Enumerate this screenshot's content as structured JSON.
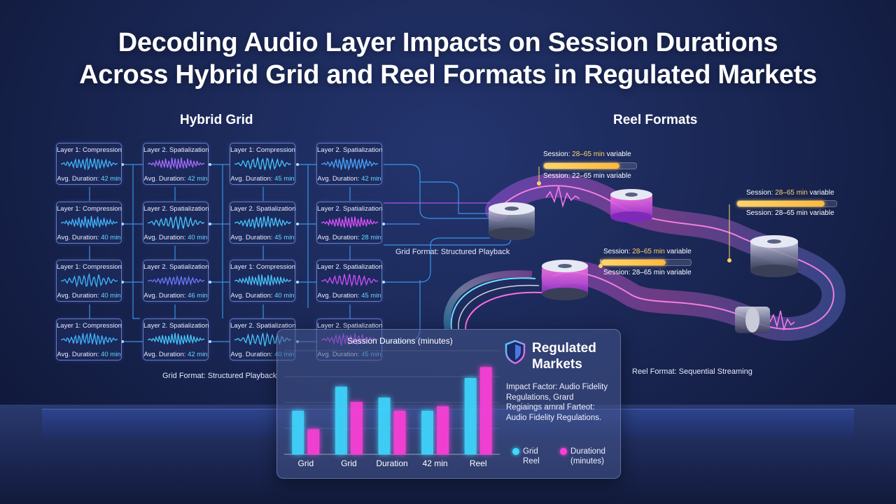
{
  "title_line1": "Decoding Audio Layer Impacts on Session Durations",
  "title_line2": "Across Hybrid Grid and Reel Formats in Regulated Markets",
  "hybrid_grid": {
    "label": "Hybrid Grid",
    "rows": [
      [
        {
          "layer": "Layer 1: Compression",
          "prefix": "Avg. Duration:",
          "value": "42 min",
          "color": "#3fb6ff"
        },
        {
          "layer": "Layer 2. Spatialization",
          "prefix": "Avg. Duration:",
          "value": "42 min",
          "color": "#a56bff"
        },
        {
          "layer": "Layer 1: Compression",
          "prefix": "Avg. Duration:",
          "value": "45 min",
          "color": "#46c7ff"
        },
        {
          "layer": "Layer 2. Spatialization",
          "prefix": "Avg. Duration:",
          "value": "42 min",
          "color": "#4aa5ff"
        }
      ],
      [
        {
          "layer": "Layer 1: Compression",
          "prefix": "Avg. Duration:",
          "value": "40 min",
          "color": "#3fb6ff"
        },
        {
          "layer": "Layer 2. Spatialization",
          "prefix": "Avg. Duration:",
          "value": "40 min",
          "color": "#45c8ff"
        },
        {
          "layer": "Layer 2. Spatialization",
          "prefix": "Avg. Duration:",
          "value": "45 min",
          "color": "#46c7ff"
        },
        {
          "layer": "Layer 2. Spatialization",
          "prefix": "Avg. Duration:",
          "value": "28 min",
          "color": "#e04fff"
        }
      ],
      [
        {
          "layer": "Layer 1: Compression",
          "prefix": "Avg. Duration:",
          "value": "40 min",
          "color": "#3fb6ff"
        },
        {
          "layer": "Layer 2. Spatialization",
          "prefix": "Avg. Duration:",
          "value": "46 min",
          "color": "#6d78ff"
        },
        {
          "layer": "Layer 1: Compression",
          "prefix": "Avg. Duration:",
          "value": "40 min",
          "color": "#46c7ff"
        },
        {
          "layer": "Layer 2. Spatialization",
          "prefix": "Avg. Duration:",
          "value": "45 min",
          "color": "#d24dff"
        }
      ],
      [
        {
          "layer": "Layer 1: Compression",
          "prefix": "Avg. Duration:",
          "value": "40 min",
          "color": "#3fb6ff"
        },
        {
          "layer": "Layer 2. Spatialization",
          "prefix": "Avg. Duration:",
          "value": "42 min",
          "color": "#45c8ff"
        },
        {
          "layer": "Layer 2. Spatialization",
          "prefix": "Avg. Duration:",
          "value": "40 min",
          "color": "#46c7ff"
        },
        {
          "layer": "Layer 2. Spatialization",
          "prefix": "Avg. Duration:",
          "value": "45 min",
          "color": "#d24dff"
        }
      ]
    ],
    "caption_upper": "Grid Format: Structured Playback",
    "caption_lower": "Grid Format: Structured Playback"
  },
  "reel_formats": {
    "label": "Reel Formats",
    "session_groups": [
      {
        "line1": "Session: 28–65 min variable",
        "line1_prefix": "Session:",
        "line1_value": "28–65 min",
        "line1_suffix": "variable",
        "line2": "Session: 22–65 min variable",
        "fill": 0.82
      },
      {
        "line1_prefix": "Session:",
        "line1_value": "28–65 min",
        "line1_suffix": "variable",
        "line2": "Session: 28–65 min variable",
        "fill": 0.88
      },
      {
        "line1_prefix": "Session:",
        "line1_value": "28–65 min",
        "line1_suffix": "variable",
        "line2": "Session: 28–65 min variable",
        "fill": 0.72
      }
    ],
    "caption": "Reel Format: Sequential Streaming"
  },
  "regulated_markets": {
    "title_line1": "Regulated",
    "title_line2": "Markets",
    "body": "Impact Factor: Audio Fidelity Regulations, Grard Regiaings arnral Farteot: Audio Fidelity Regulations.",
    "legend": [
      {
        "line1": "Grid",
        "line2": "Reel",
        "color": "#3fd8ff"
      },
      {
        "line1": "Durationd",
        "line2": "(minutes)",
        "color": "#ff3fd8"
      }
    ]
  },
  "chart_data": {
    "type": "bar",
    "title": "Session Durations (minutes)",
    "categories": [
      "Grid",
      "Grid",
      "Duration",
      "42 min",
      "Reel"
    ],
    "series": [
      {
        "values": [
          40,
          62,
          52,
          40,
          70
        ],
        "color": "#3fd8ff"
      },
      {
        "values": [
          23,
          48,
          40,
          44,
          80
        ],
        "color": "#ff3fd8"
      }
    ],
    "ylim": [
      0,
      95
    ],
    "grid": true,
    "legend": "right"
  },
  "colors": {
    "accent_cyan": "#3fd8ff",
    "accent_magenta": "#ff3fd8",
    "accent_gold": "#ffc857"
  }
}
